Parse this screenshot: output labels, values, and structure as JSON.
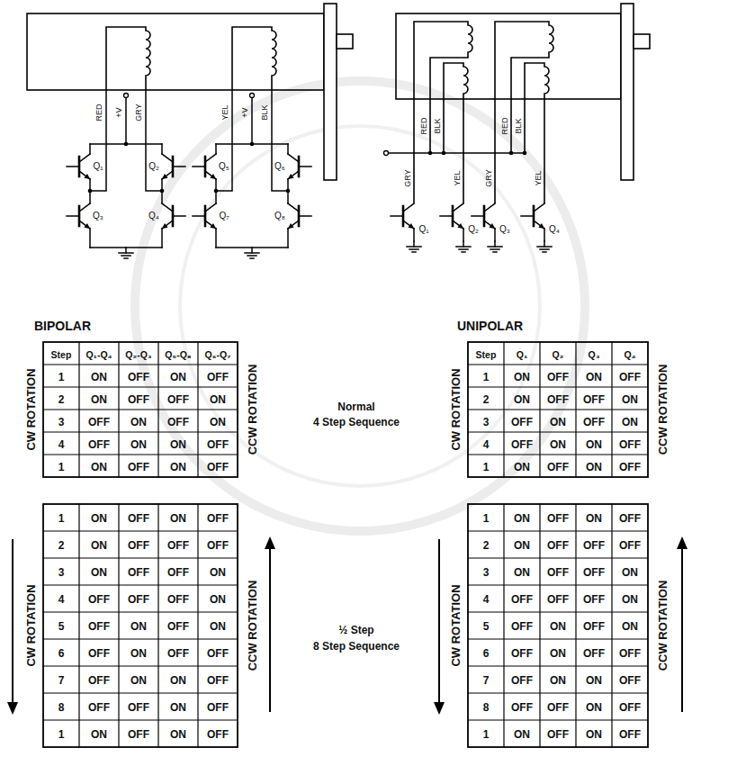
{
  "diagram": {
    "labels": [
      "RED",
      "+V",
      "GRY",
      "YEL",
      "+V",
      "BLK",
      "Q₁",
      "Q₂",
      "Q₅",
      "Q₆",
      "Q₃",
      "Q₄",
      "Q₇",
      "Q₈",
      "BIPOLAR",
      "RED",
      "BLK",
      "RED",
      "BLK",
      "GRY",
      "YEL",
      "GRY",
      "YEL",
      "Q₁",
      "Q₂",
      "Q₃",
      "Q₄",
      "UNIPOLAR",
      "Step",
      "Q₁-Q₄",
      "Q₂-Q₃",
      "Q₅-Q₈",
      "Q₆-Q₇",
      "1",
      "ON",
      "OFF",
      "ON",
      "OFF",
      "2",
      "ON",
      "OFF",
      "OFF",
      "ON",
      "3",
      "OFF",
      "ON",
      "OFF",
      "ON",
      "4",
      "OFF",
      "ON",
      "ON",
      "OFF",
      "1",
      "ON",
      "OFF",
      "ON",
      "OFF",
      "CW ROTATION",
      "CCW ROTATION",
      "Normal",
      "4 Step Sequence",
      "Step",
      "Q₁",
      "Q₂",
      "Q₃",
      "Q₄",
      "1",
      "ON",
      "OFF",
      "ON",
      "OFF",
      "2",
      "ON",
      "OFF",
      "OFF",
      "ON",
      "3",
      "OFF",
      "ON",
      "OFF",
      "ON",
      "4",
      "OFF",
      "ON",
      "ON",
      "OFF",
      "1",
      "ON",
      "OFF",
      "ON",
      "OFF",
      "CW ROTATION",
      "CCW ROTATION",
      "1",
      "ON",
      "OFF",
      "ON",
      "OFF",
      "2",
      "ON",
      "OFF",
      "OFF",
      "OFF",
      "3",
      "ON",
      "OFF",
      "OFF",
      "ON",
      "4",
      "OFF",
      "OFF",
      "OFF",
      "ON",
      "5",
      "OFF",
      "ON",
      "OFF",
      "ON",
      "6",
      "OFF",
      "ON",
      "OFF",
      "OFF",
      "7",
      "OFF",
      "ON",
      "ON",
      "OFF",
      "8",
      "OFF",
      "OFF",
      "ON",
      "OFF",
      "1",
      "ON",
      "OFF",
      "ON",
      "OFF",
      "CW ROTATION",
      "CCW ROTATION",
      "½ Step",
      "8 Step Sequence",
      "1",
      "ON",
      "OFF",
      "ON",
      "OFF",
      "2",
      "ON",
      "OFF",
      "OFF",
      "OFF",
      "3",
      "ON",
      "OFF",
      "OFF",
      "ON",
      "4",
      "OFF",
      "OFF",
      "OFF",
      "ON",
      "5",
      "OFF",
      "ON",
      "OFF",
      "ON",
      "6",
      "OFF",
      "ON",
      "OFF",
      "OFF",
      "7",
      "OFF",
      "ON",
      "ON",
      "OFF",
      "8",
      "OFF",
      "OFF",
      "ON",
      "OFF",
      "1",
      "ON",
      "OFF",
      "ON",
      "OFF",
      "CW ROTATION",
      "CCW ROTATION"
    ]
  }
}
